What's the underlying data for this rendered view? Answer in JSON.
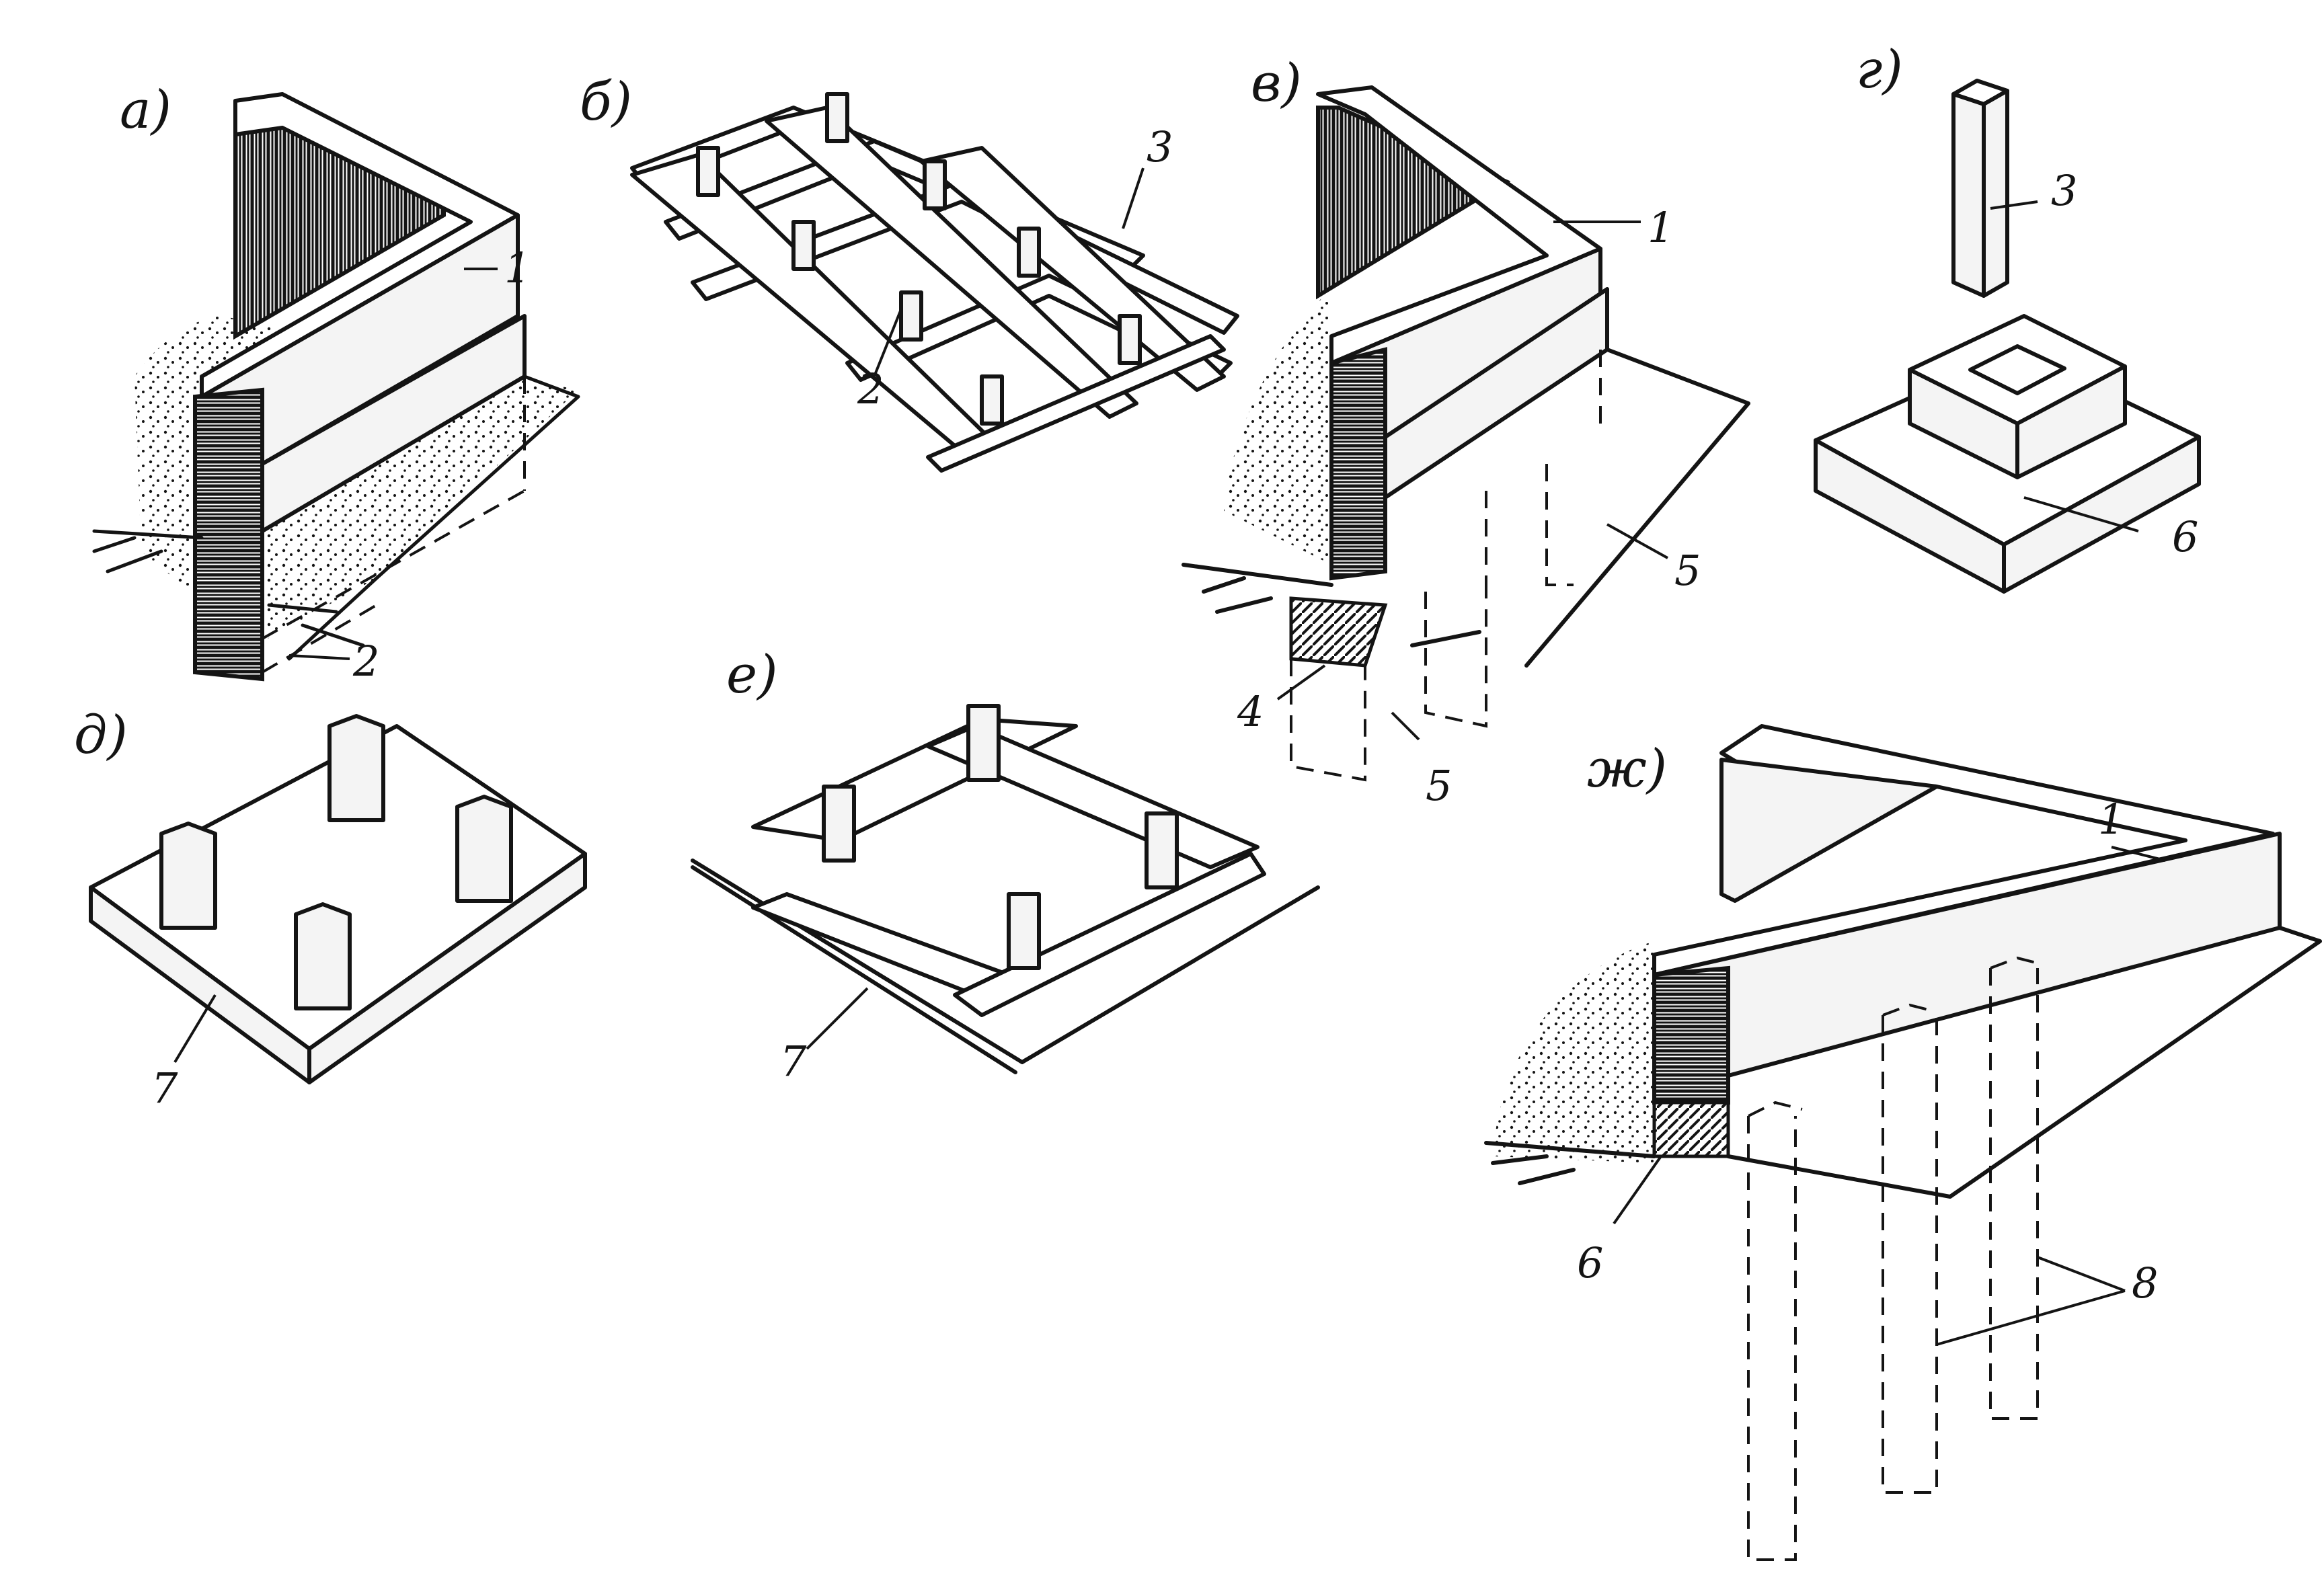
{
  "panels": {
    "a": {
      "caption": "а)"
    },
    "b": {
      "caption": "б)"
    },
    "v": {
      "caption": "в)"
    },
    "g": {
      "caption": "г)"
    },
    "d": {
      "caption": "д)"
    },
    "e": {
      "caption": "е)"
    },
    "zh": {
      "caption": "ж)"
    }
  },
  "labels": {
    "a_1": "1",
    "a_2": "2",
    "b_2": "2",
    "b_3": "3",
    "v_1": "1",
    "v_4": "4",
    "v_5a": "5",
    "v_5b": "5",
    "g_3": "3",
    "g_6": "6",
    "d_7": "7",
    "e_7": "7",
    "zh_1": "1",
    "zh_6": "6",
    "zh_8": "8"
  },
  "footer_text": "",
  "colors": {
    "ink": "#141414",
    "paper": "#ffffff"
  }
}
